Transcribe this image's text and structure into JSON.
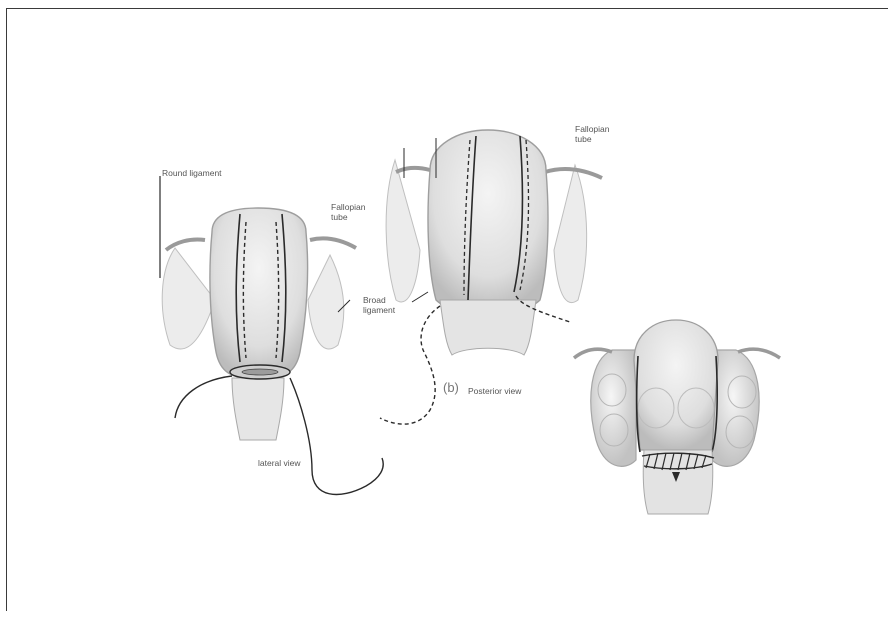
{
  "labels": {
    "round_ligament": "Round ligament",
    "fallopian_tube_a": "Fallopian\ntube",
    "fallopian_tube_b": "Fallopian\ntube",
    "broad_ligament": "Broad\nligament",
    "b_tag": "(b)",
    "posterior_view": "Posterior view",
    "lateral_view": "lateral view"
  },
  "colors": {
    "line": "#2a2a2a",
    "tissue": "#e7e7e7",
    "tissue_shade": "#bdbdbd",
    "label": "#555555"
  }
}
